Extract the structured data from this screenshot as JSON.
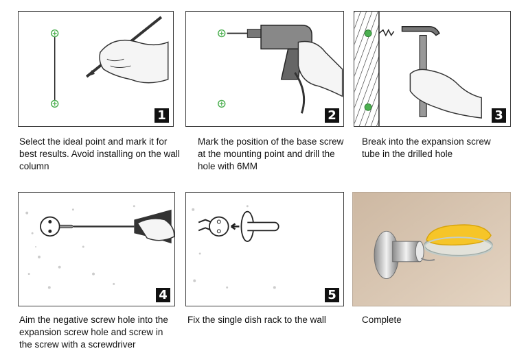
{
  "steps": [
    {
      "number": "1",
      "caption": "Select the ideal point and mark it for best results. Avoid installing on the wall column",
      "icon": "pencil-hand-icon"
    },
    {
      "number": "2",
      "caption": "Mark the position of the base screw at the mounting point and drill the hole with 6MM",
      "icon": "drill-icon"
    },
    {
      "number": "3",
      "caption": "Break into the expansion screw tube in the drilled hole",
      "icon": "hammer-icon"
    },
    {
      "number": "4",
      "caption": "Aim the negative screw hole into the expansion screw hole and screw in the screw with a screwdriver",
      "icon": "screwdriver-icon"
    },
    {
      "number": "5",
      "caption": "Fix the single dish rack to the wall",
      "icon": "dish-rack-icon"
    },
    {
      "caption": "Complete",
      "icon": "soap-dish-photo"
    }
  ],
  "colors": {
    "marker_green": "#4caf50",
    "badge_bg": "#111111",
    "border": "#3a3a3a"
  }
}
